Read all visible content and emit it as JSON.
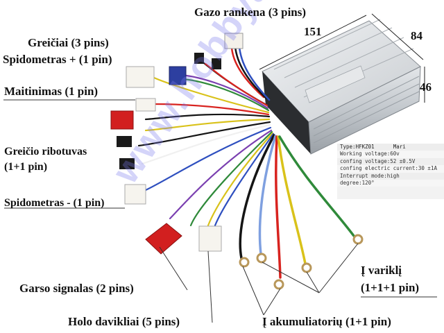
{
  "labels": {
    "gas": "Gazo rankena (3 pins)",
    "gears": "Greičiai (3 pins)",
    "speedo_plus": "Spidometras + (1 pin)",
    "power": "Maitinimas (1 pin)",
    "limiter_line1": "Greičio ribotuvas",
    "limiter_line2": "(1+1 pin)",
    "speedo_minus": "Spidometras - (1 pin)",
    "horn": "Garso signalas (2 pins)",
    "hall": "Holo davikliai (5 pins)",
    "battery": "Į akumuliatorių (1+1 pin)",
    "motor_line1": "Į variklį",
    "motor_line2": "(1+1+1 pin)"
  },
  "dimensions": {
    "length": "151",
    "width": "84",
    "height": "46"
  },
  "spec_label": {
    "type": "Type:HFKZ01",
    "brand_fragment": "Mari",
    "working_voltage": "Working voltage:60v",
    "config_voltage": "confing voltage:52 ±0.5V",
    "config_current": "confing electric current:30 ±1A",
    "interrupt_mode": "Interrupt mode:high",
    "degree": "degree:120°"
  },
  "watermark": "www.hobbyas.lt",
  "colors": {
    "controller_body": "#c9ced3",
    "controller_dark": "#2b2d30",
    "wire_red": "#d8231f",
    "wire_blue": "#2e4fbf",
    "wire_yellow": "#d9c21a",
    "wire_green": "#2f8a3a",
    "wire_black": "#151515",
    "watermark": "#7878eb"
  }
}
